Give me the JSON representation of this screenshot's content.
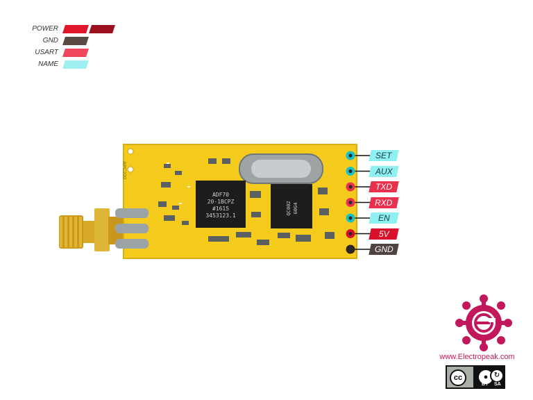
{
  "legend": [
    {
      "label": "POWER",
      "colors": [
        "#e0162b",
        "#9b0f1e"
      ]
    },
    {
      "label": "GND",
      "colors": [
        "#5a4a44"
      ]
    },
    {
      "label": "USART",
      "colors": [
        "#f0475e"
      ]
    },
    {
      "label": "NAME",
      "colors": [
        "#9ef0f0"
      ]
    }
  ],
  "pins": [
    {
      "label": "SET",
      "category": "NAME",
      "color": "#8ef0f0",
      "text_color": "#1a3b40",
      "pin_color": "#19c2c7"
    },
    {
      "label": "AUX",
      "category": "NAME",
      "color": "#8ef0f0",
      "text_color": "#1a3b40",
      "pin_color": "#19c2c7"
    },
    {
      "label": "TXD",
      "category": "USART",
      "color": "#e8314c",
      "text_color": "#ffffff",
      "pin_color": "#e8314c"
    },
    {
      "label": "RXD",
      "category": "USART",
      "color": "#e8314c",
      "text_color": "#ffffff",
      "pin_color": "#e8314c"
    },
    {
      "label": "EN",
      "category": "NAME",
      "color": "#8ef0f0",
      "text_color": "#1a3b40",
      "pin_color": "#19c2c7"
    },
    {
      "label": "5V",
      "category": "POWER",
      "color": "#d9102a",
      "text_color": "#ffffff",
      "pin_color": "#d9102a"
    },
    {
      "label": "GND",
      "category": "GND",
      "color": "#4e4340",
      "text_color": "#ffffff",
      "pin_color": "#2a2422"
    }
  ],
  "board": {
    "chip_main_text": [
      "ADF70",
      "20-1BCPZ",
      "#1615",
      "3453123.1"
    ],
    "chip_small_text": [
      "QC002",
      "G0G4"
    ],
    "silk_text": "APC220"
  },
  "branding": {
    "url": "www.Electropeak.com",
    "logo_color": "#c2185b"
  },
  "license": {
    "cc": "cc",
    "by": "BY",
    "sa": "SA"
  }
}
